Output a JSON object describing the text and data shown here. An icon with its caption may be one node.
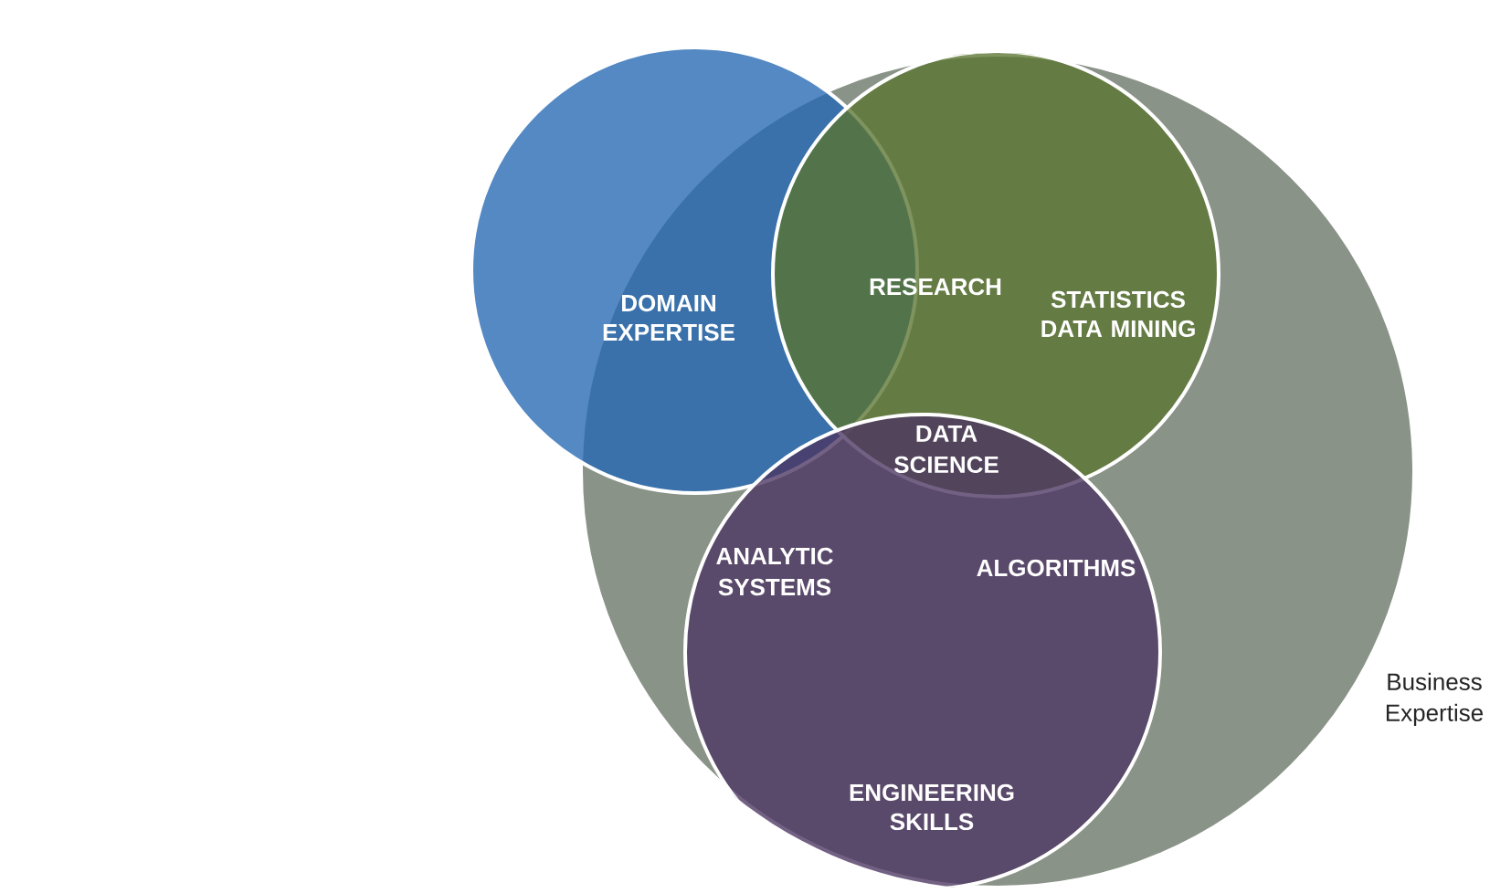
{
  "diagram": {
    "nodes": [
      {
        "text": [
          "Business Expertise"
        ]
      },
      {
        "text": [
          "DOMAIN EXPERTISE"
        ]
      },
      {
        "text": [
          "STATISTICS DATA MINING"
        ],
        "in": 0
      },
      {
        "text": [
          "ENGINEERING SKILLS"
        ],
        "in": 0
      }
    ],
    "labels": [
      "RESEARCH",
      "DATA SCIENCE",
      "ANALYTIC SYSTEMS",
      "ALGORITHMS"
    ]
  }
}
